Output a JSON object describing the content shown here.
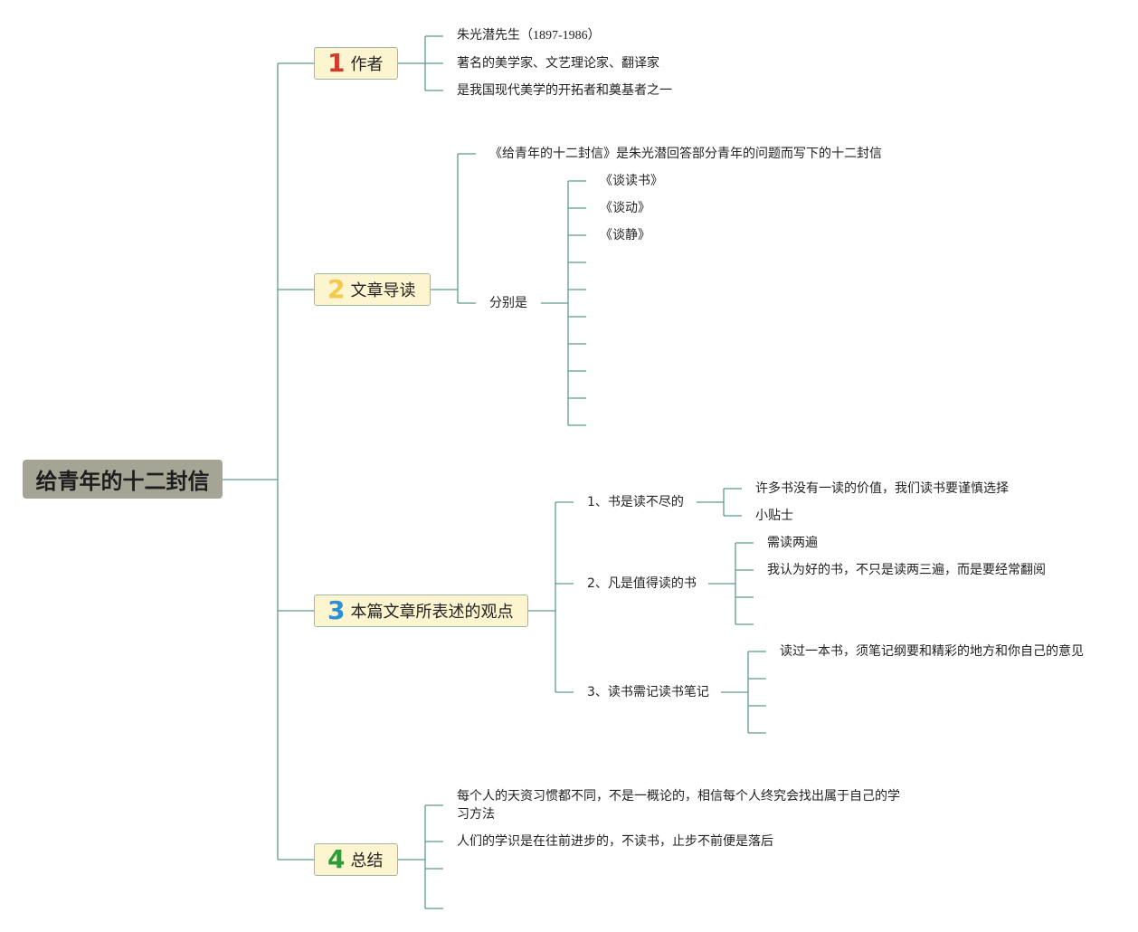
{
  "root": {
    "title": "给青年的十二封信"
  },
  "colors": {
    "root_bg": "#a6a595",
    "branch_bg": "#fdf5d0",
    "line": "#5f9a8c",
    "num1": "#d23a2a",
    "num2": "#f2c94c",
    "num3": "#2d8fd6",
    "num4": "#2e9b3a"
  },
  "branches": [
    {
      "num": "1",
      "label": "作者",
      "children": [
        "朱光潜先生（1897-1986）",
        "著名的美学家、文艺理论家、翻译家",
        "是我国现代美学的开拓者和奠基者之一"
      ]
    },
    {
      "num": "2",
      "label": "文章导读",
      "children": [
        "《给青年的十二封信》是朱光潜回答部分青年的问题而写下的十二封信",
        "分别是"
      ],
      "sub": [
        "《谈读书》",
        "《谈动》",
        "《谈静》"
      ]
    },
    {
      "num": "3",
      "label": "本篇文章所表述的观点",
      "points": [
        {
          "label": "1、书是读不尽的",
          "children": [
            "许多书没有一读的价值，我们读书要谨慎选择",
            "小贴士"
          ]
        },
        {
          "label": "2、凡是值得读的书",
          "children": [
            "需读两遍",
            "我认为好的书，不只是读两三遍，而是要经常翻阅"
          ]
        },
        {
          "label": "3、读书需记读书笔记",
          "children": [
            "读过一本书，须笔记纲要和精彩的地方和你自己的意见"
          ]
        }
      ]
    },
    {
      "num": "4",
      "label": "总结",
      "children": [
        "每个人的天资习惯都不同，不是一概论的，相信每个人终究会找出属于自己的学",
        "习方法",
        "人们的学识是在往前进步的，不读书，止步不前便是落后"
      ]
    }
  ]
}
